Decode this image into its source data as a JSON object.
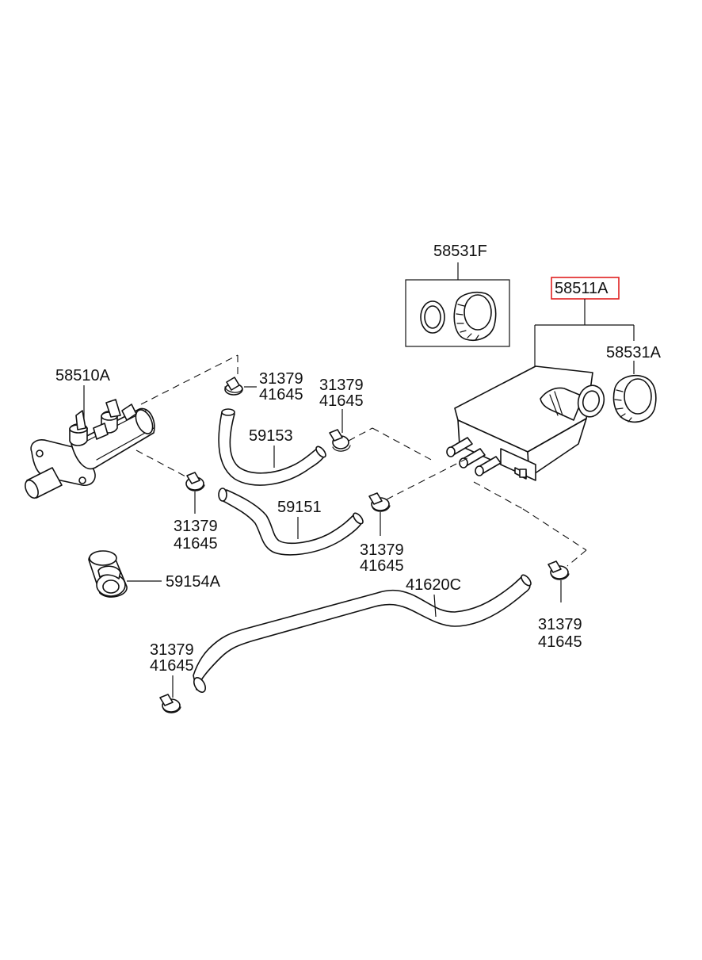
{
  "colors": {
    "background": "#ffffff",
    "ink": "#111111",
    "highlight_box": "#e02020"
  },
  "labels": {
    "cap_set_main": "58531F",
    "reservoir_assy": "58511A",
    "reservoir_cap": "58531A",
    "master_cylinder": "58510A",
    "clamp_a_1": "31379",
    "clamp_a_2": "41645",
    "clamp_b_1": "31379",
    "clamp_b_2": "41645",
    "clamp_c_1": "31379",
    "clamp_c_2": "41645",
    "clamp_d_1": "31379",
    "clamp_d_2": "41645",
    "clamp_e_1": "31379",
    "clamp_e_2": "41645",
    "clamp_f_1": "31379",
    "clamp_f_2": "41645",
    "hose_upper": "59153",
    "hose_middle": "59151",
    "grommet": "59154A",
    "hose_long": "41620C"
  },
  "highlighted_part": "58511A",
  "icons": {
    "master_cylinder": "master-cylinder-icon",
    "reservoir": "reservoir-tank-icon",
    "cap": "filler-cap-icon",
    "oring": "o-ring-icon",
    "clamp": "hose-clamp-icon",
    "hose": "hose-icon",
    "grommet": "grommet-icon"
  }
}
